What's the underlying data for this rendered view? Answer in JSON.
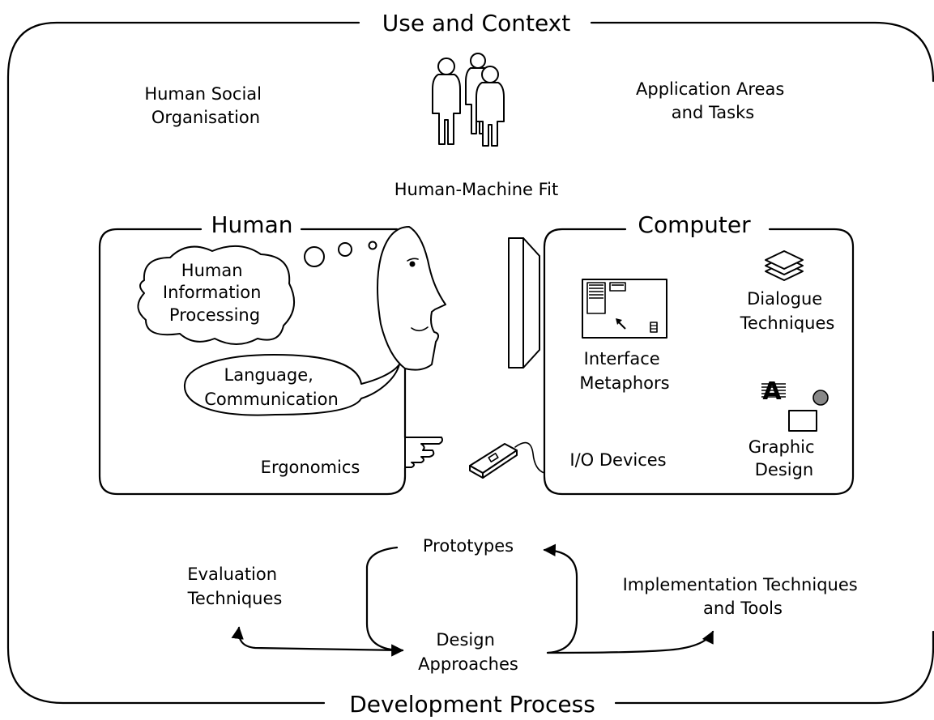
{
  "sections": {
    "use_context": "Use and Context",
    "human": "Human",
    "computer": "Computer",
    "development": "Development Process"
  },
  "labels": {
    "social_org": [
      "Human Social",
      "Organisation"
    ],
    "app_areas": [
      "Application Areas",
      "and Tasks"
    ],
    "hm_fit": "Human-Machine Fit",
    "info_proc": [
      "Human",
      "Information",
      "Processing"
    ],
    "language": [
      "Language,",
      "Communication"
    ],
    "ergonomics": "Ergonomics",
    "interface_metaphors": [
      "Interface",
      "Metaphors"
    ],
    "dialogue_techniques": [
      "Dialogue",
      "Techniques"
    ],
    "io_devices": "I/O Devices",
    "graphic_design": [
      "Graphic",
      "Design"
    ],
    "prototypes": "Prototypes",
    "evaluation": [
      "Evaluation",
      "Techniques"
    ],
    "design_approaches": [
      "Design",
      "Approaches"
    ],
    "implementation": [
      "Implementation Techniques",
      "and Tools"
    ]
  },
  "icons": {
    "people": "people-icon",
    "head": "human-head-icon",
    "thought_bubbles": "thought-bubbles-icon",
    "monitor": "monitor-icon",
    "desktop": "desktop-metaphor-icon",
    "layers": "layers-icon",
    "graphic": "graphic-design-icon",
    "mouse": "mouse-icon",
    "hand": "pointing-hand-icon"
  }
}
